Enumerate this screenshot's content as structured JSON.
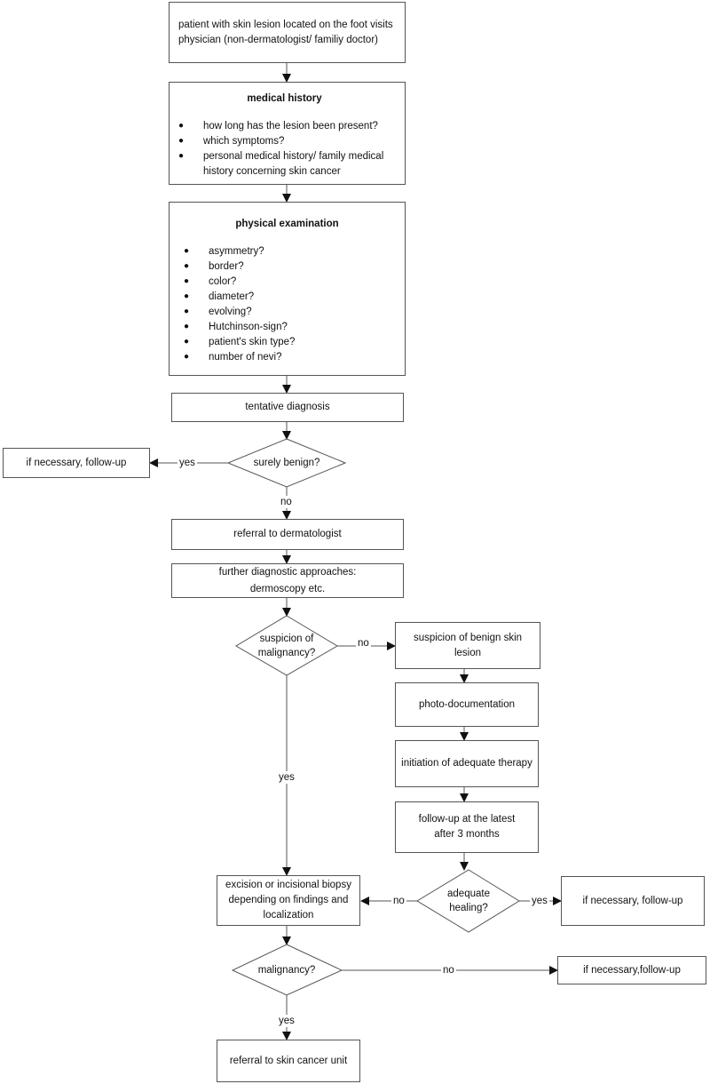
{
  "start": "patient with skin lesion located on the foot visits physician (non-dermatologist/ familiy doctor)",
  "medical_history": {
    "title": "medical history",
    "items": [
      "how long has the lesion been present?",
      "which symptoms?",
      "personal medical history/ family medical history concerning skin cancer"
    ]
  },
  "physical_examination": {
    "title": "physical examination",
    "items": [
      "asymmetry?",
      "border?",
      "color?",
      "diameter?",
      "evolving?",
      "Hutchinson-sign?",
      "patient's skin type?",
      "number of nevi?"
    ]
  },
  "tentative_diagnosis": "tentative diagnosis",
  "surely_benign": "surely benign?",
  "followup_1": "if necessary, follow-up",
  "referral_derm": "referral to dermatologist",
  "further_approaches": "further diagnostic approaches: dermoscopy etc.",
  "suspicion_malignancy": "suspicion of malignancy?",
  "suspicion_benign": "suspicion of benign skin lesion",
  "photo_doc": "photo-documentation",
  "adequate_therapy": "initiation of adequate therapy",
  "followup_latest": "follow-up at the latest after 3 months",
  "adequate_healing": "adequate healing?",
  "followup_2": "if necessary, follow-up",
  "excision": "excision or incisional biopsy depending on findings and localization",
  "malignancy": "malignancy?",
  "followup_3": "if necessary,follow-up",
  "referral_unit": "referral to skin cancer unit",
  "labels": {
    "yes": "yes",
    "no": "no"
  }
}
